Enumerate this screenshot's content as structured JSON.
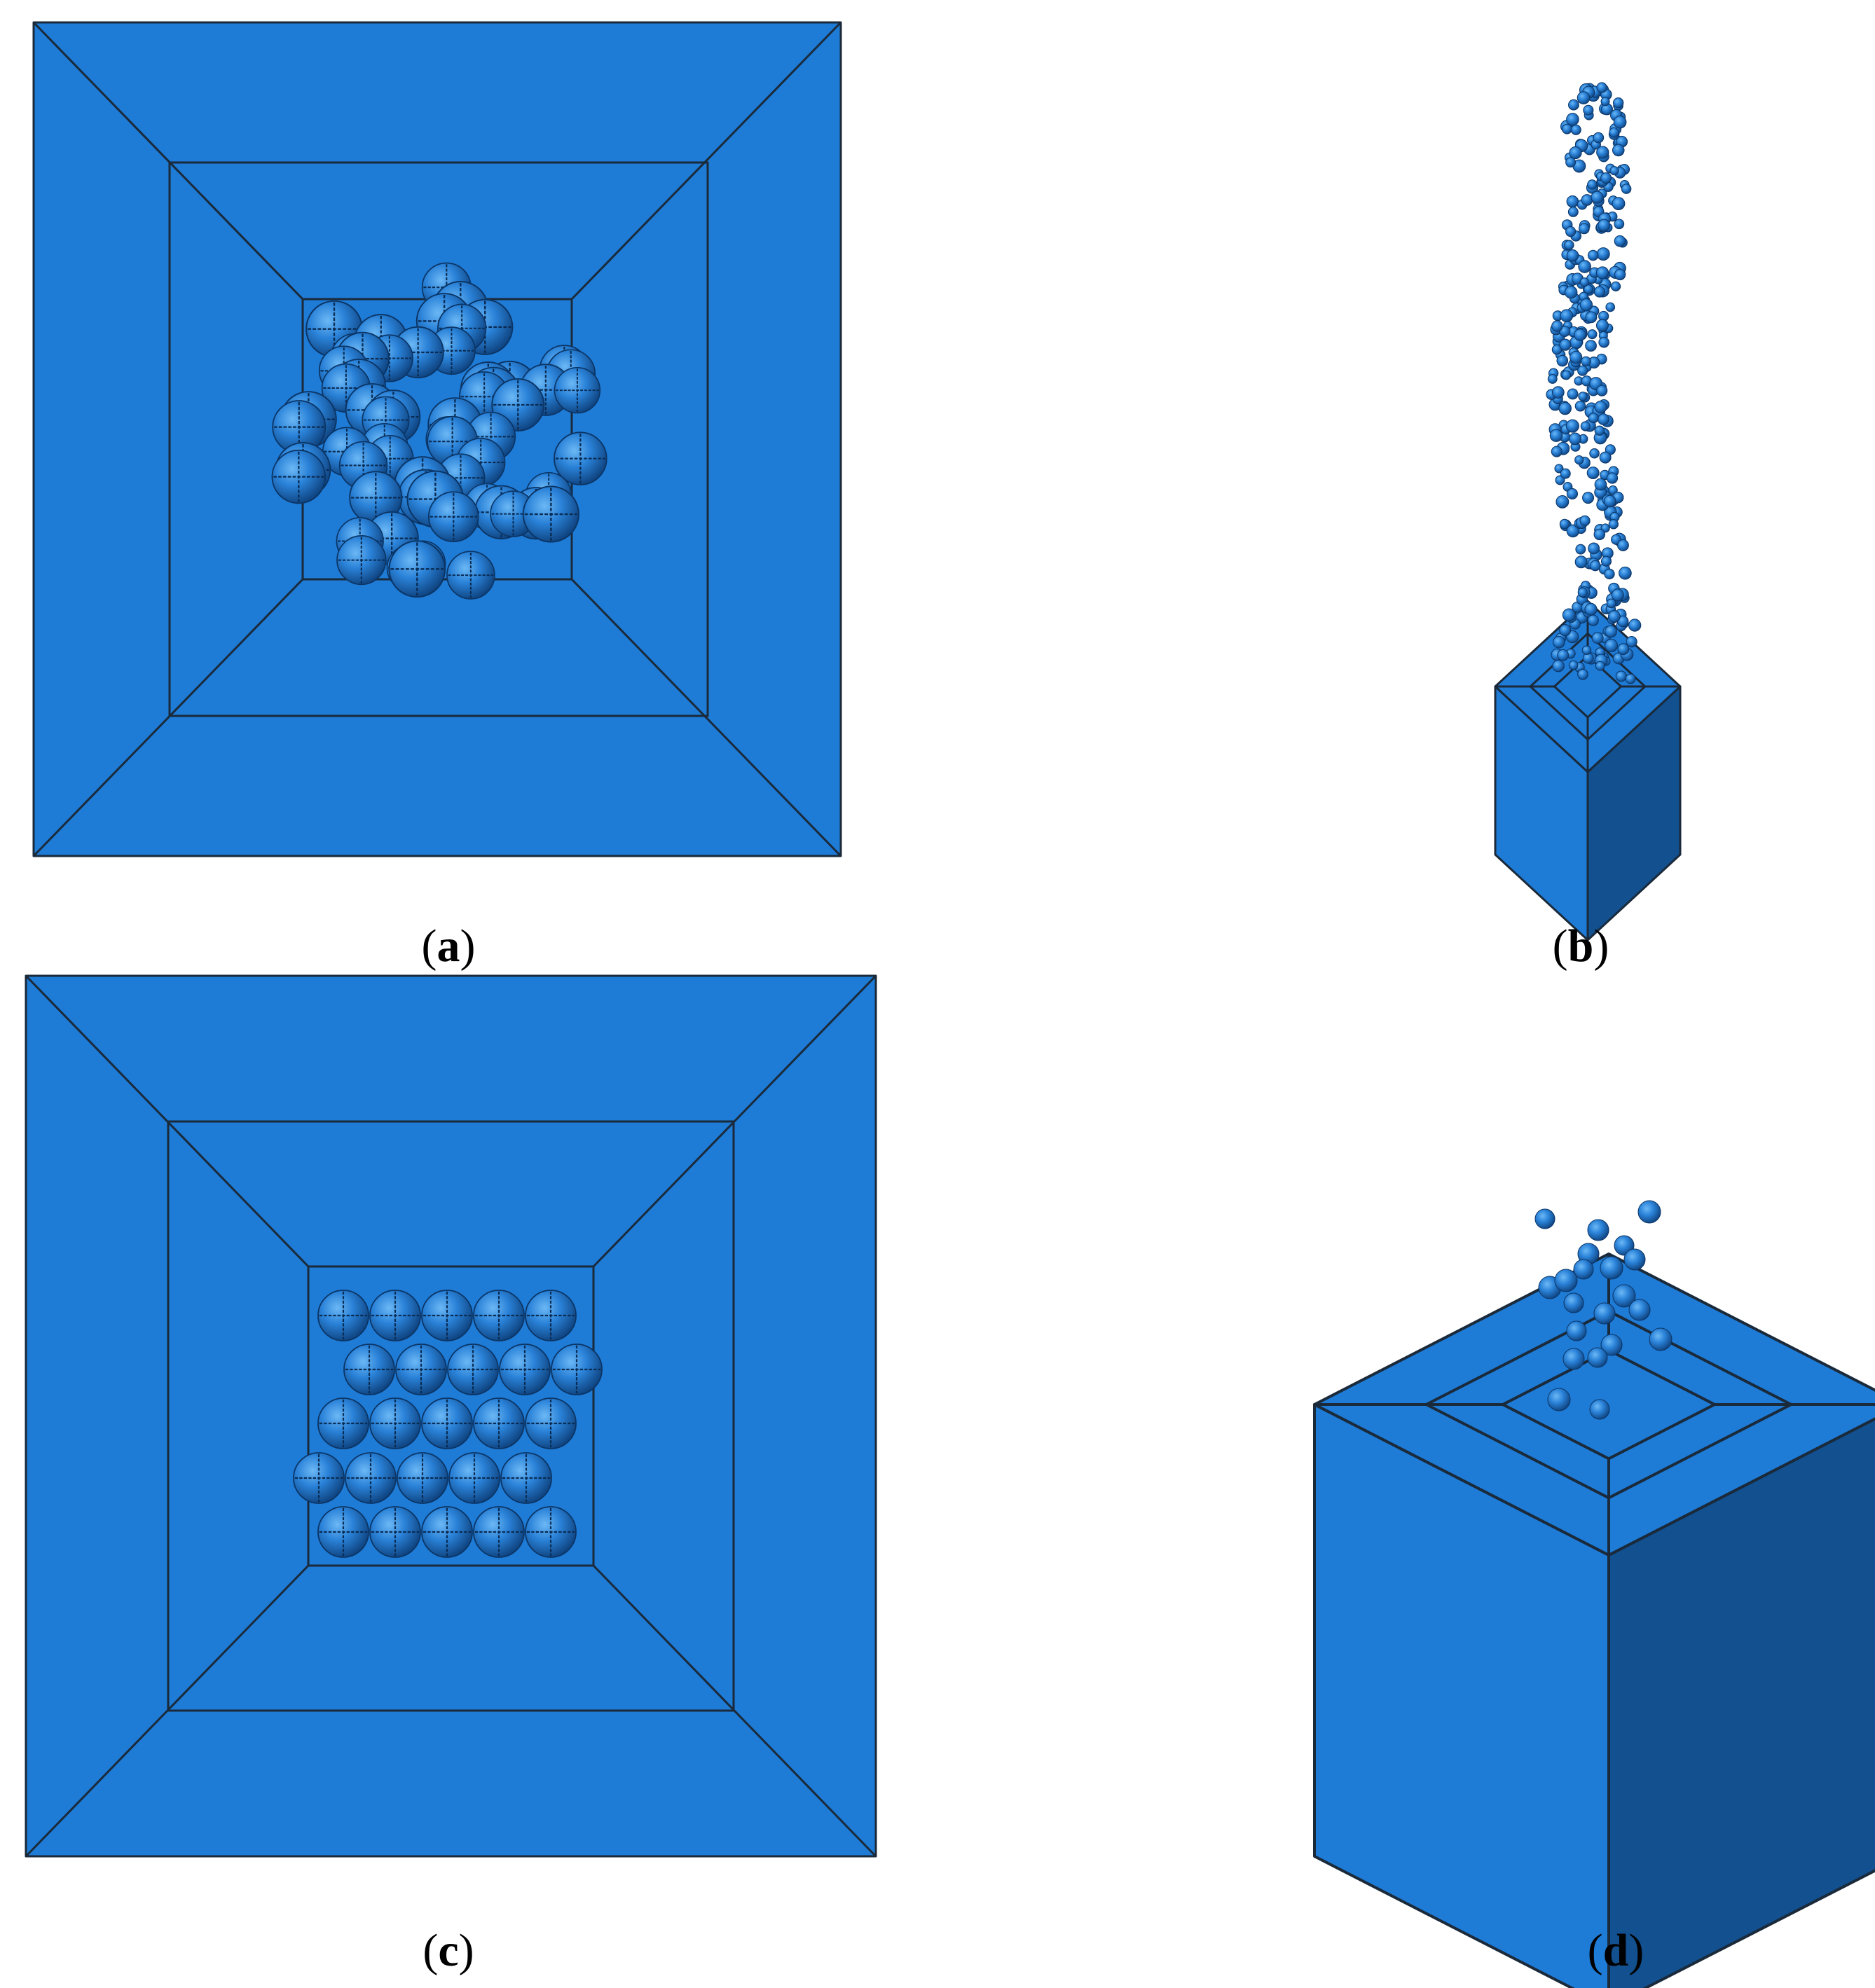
{
  "colors": {
    "face": "#1e7bd6",
    "face_dark": "#12508f",
    "edge": "#1a2a3a",
    "particle_light": "#4aa0ec",
    "particle_mid": "#1e6fc4",
    "particle_dark": "#0d3f7a",
    "background": "#ffffff"
  },
  "panels": [
    {
      "id": "a",
      "letter": "a",
      "view": "top",
      "arrangement": "random-sphere-cluster"
    },
    {
      "id": "b",
      "letter": "b",
      "view": "isometric",
      "arrangement": "falling-column"
    },
    {
      "id": "c",
      "letter": "c",
      "view": "top",
      "arrangement": "ordered-grid",
      "rows": 5,
      "cols": 5
    },
    {
      "id": "d",
      "letter": "d",
      "view": "isometric",
      "arrangement": "scattered-few"
    }
  ]
}
